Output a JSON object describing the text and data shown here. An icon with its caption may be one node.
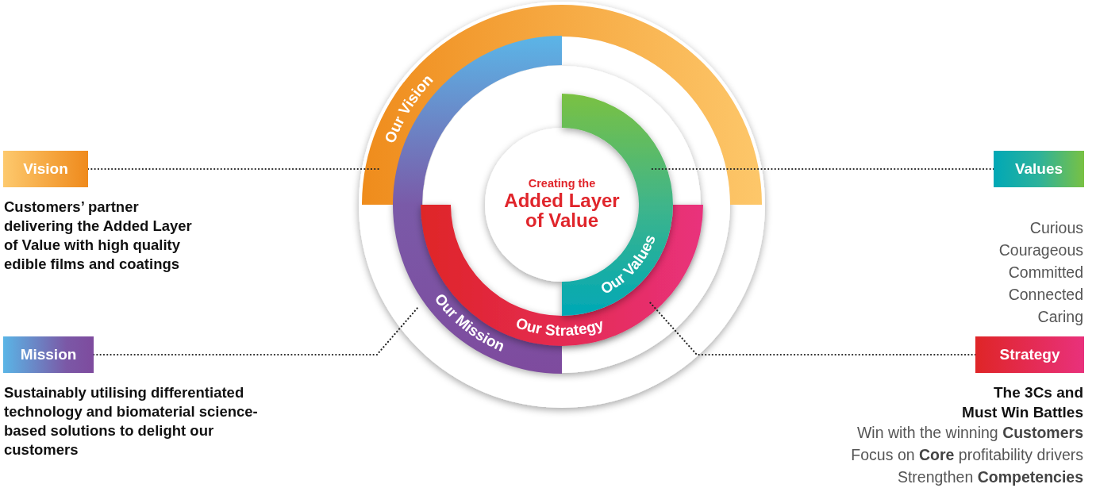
{
  "diagram": {
    "nodes": [
      {
        "text": [
          "Vision"
        ],
        "beside": [
          "Customers’ partner delivering the Added Layer of Value with high quality edible films and coatings"
        ]
      },
      {
        "text": [
          "Mission"
        ],
        "beside": [
          "Sustainably utilising differentiated technology and biomaterial science-based solutions to delight our customers"
        ]
      },
      {
        "text": [
          "Values"
        ],
        "beside": [
          "Curious",
          "Courageous",
          "Committed",
          "Connected",
          "Caring"
        ]
      },
      {
        "text": [
          "Strategy"
        ],
        "beside": [
          "The 3Cs and Must Win Battles",
          "Win with the winning **Customers**",
          "Focus on **Core** profitability drivers",
          "Strengthen **Competencies**"
        ]
      },
      {
        "text": [
          "Our Vision"
        ]
      },
      {
        "text": [
          "Our Mission"
        ]
      },
      {
        "text": [
          "Our Strategy"
        ]
      },
      {
        "text": [
          "Our Values"
        ]
      },
      {
        "text": [
          "Creating the",
          "Added Layer of Value"
        ]
      }
    ],
    "edges": [
      {
        "from": 0,
        "to": 4,
        "arrow": "none"
      },
      {
        "from": 1,
        "to": 5,
        "arrow": "none"
      },
      {
        "from": 2,
        "to": 7,
        "arrow": "none"
      },
      {
        "from": 3,
        "to": 6,
        "arrow": "none"
      }
    ]
  }
}
